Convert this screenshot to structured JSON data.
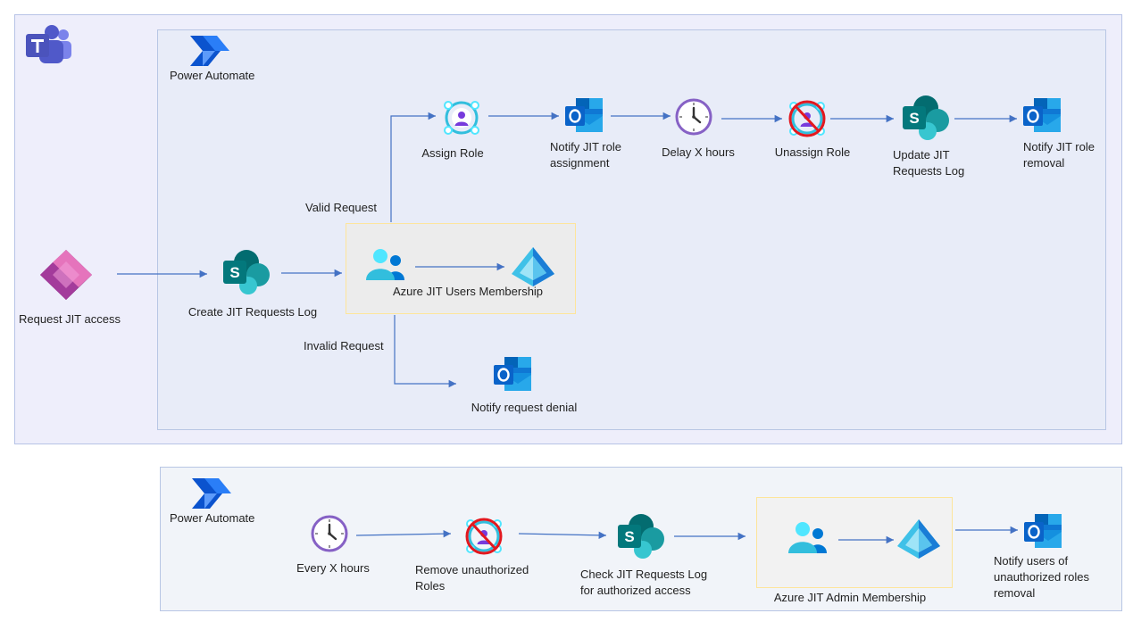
{
  "colors": {
    "teams_bg": "#eeeefb",
    "teams_border": "#b7c3e6",
    "flow_bg": "#e8ecf8",
    "flow_border": "#b8c6e4",
    "group_bg": "#ececec",
    "group_border": "#fde59b",
    "connector": "#4472c4"
  },
  "app_icons": [
    "teams-icon",
    "power-automate-icon",
    "power-apps-icon",
    "sharepoint-icon",
    "outlook-icon",
    "clock-icon",
    "assign-role-icon",
    "unassign-role-icon",
    "users-icon",
    "azure-ad-icon"
  ],
  "top_flow": {
    "platform_label": "Power Automate",
    "start_label": "Request JIT access",
    "create_log_label": "Create JIT Requests Log",
    "membership_label": "Azure JIT Users Membership",
    "valid_label": "Valid Request",
    "invalid_label": "Invalid Request",
    "assign_role_label": "Assign Role",
    "notify_assignment_label": [
      "Notify JIT role",
      "assignment"
    ],
    "delay_label": "Delay X hours",
    "unassign_role_label": "Unassign Role",
    "update_log_label": [
      "Update JIT",
      "Requests Log"
    ],
    "notify_removal_label": [
      "Notify JIT role",
      "removal"
    ],
    "notify_denial_label": "Notify request denial"
  },
  "bottom_flow": {
    "platform_label": "Power Automate",
    "schedule_label": "Every X hours",
    "remove_label": [
      "Remove unauthorized",
      "Roles"
    ],
    "check_label": [
      "Check JIT Requests Log",
      "for authorized access"
    ],
    "membership_label": "Azure JIT Admin Membership",
    "notify_label": [
      "Notify users of",
      "unauthorized roles",
      "removal"
    ]
  }
}
